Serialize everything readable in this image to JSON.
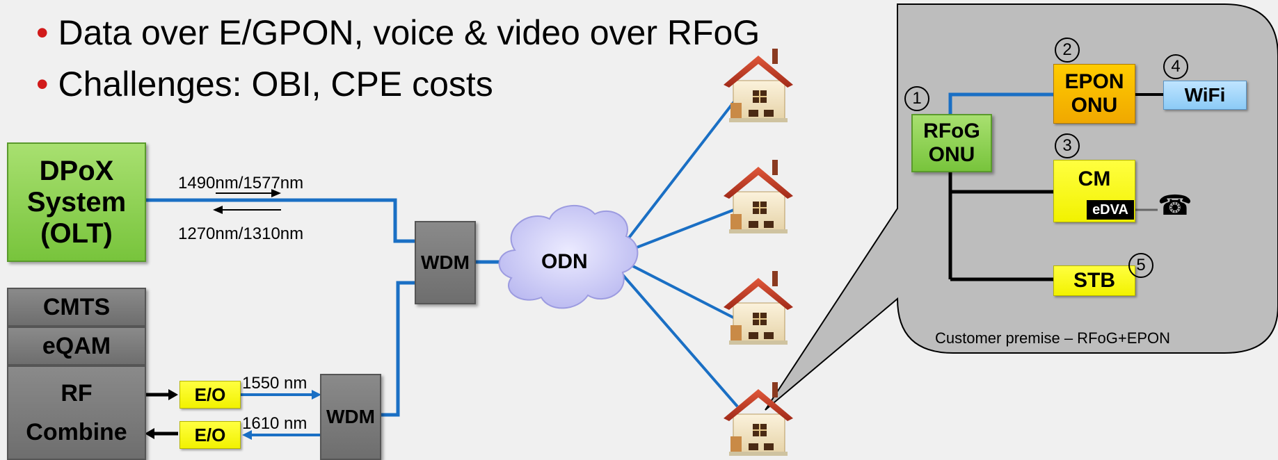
{
  "bullets": [
    "Data over E/GPON, voice & video over RFoG",
    "Challenges: OBI, CPE costs"
  ],
  "olt": {
    "line1": "DPoX",
    "line2": "System",
    "line3": "(OLT)"
  },
  "wavelength_down": "1490nm/1577nm",
  "wavelength_up": "1270nm/1310nm",
  "wdm_top": "WDM",
  "wdm_bottom": "WDM",
  "odn": "ODN",
  "headend": {
    "cmts": "CMTS",
    "eqam": "eQAM",
    "rf": "RF",
    "combine": "Combine"
  },
  "eo_top": "E/O",
  "eo_bottom": "E/O",
  "wavelength_1550": "1550 nm",
  "wavelength_1610": "1610 nm",
  "premise": {
    "rfog_line1": "RFoG",
    "rfog_line2": "ONU",
    "epon_line1": "EPON",
    "epon_line2": "ONU",
    "wifi": "WiFi",
    "cm": "CM",
    "edva": "eDVA",
    "stb": "STB",
    "caption": "Customer premise – RFoG+EPON",
    "markers": [
      "1",
      "2",
      "3",
      "4",
      "5"
    ]
  },
  "colors": {
    "fiber": "#1a6fc4",
    "green": "#78c43c",
    "grey": "#6e6e6e",
    "yellow": "#f2f200",
    "orange": "#f0a800",
    "callout": "#bdbdbd"
  }
}
